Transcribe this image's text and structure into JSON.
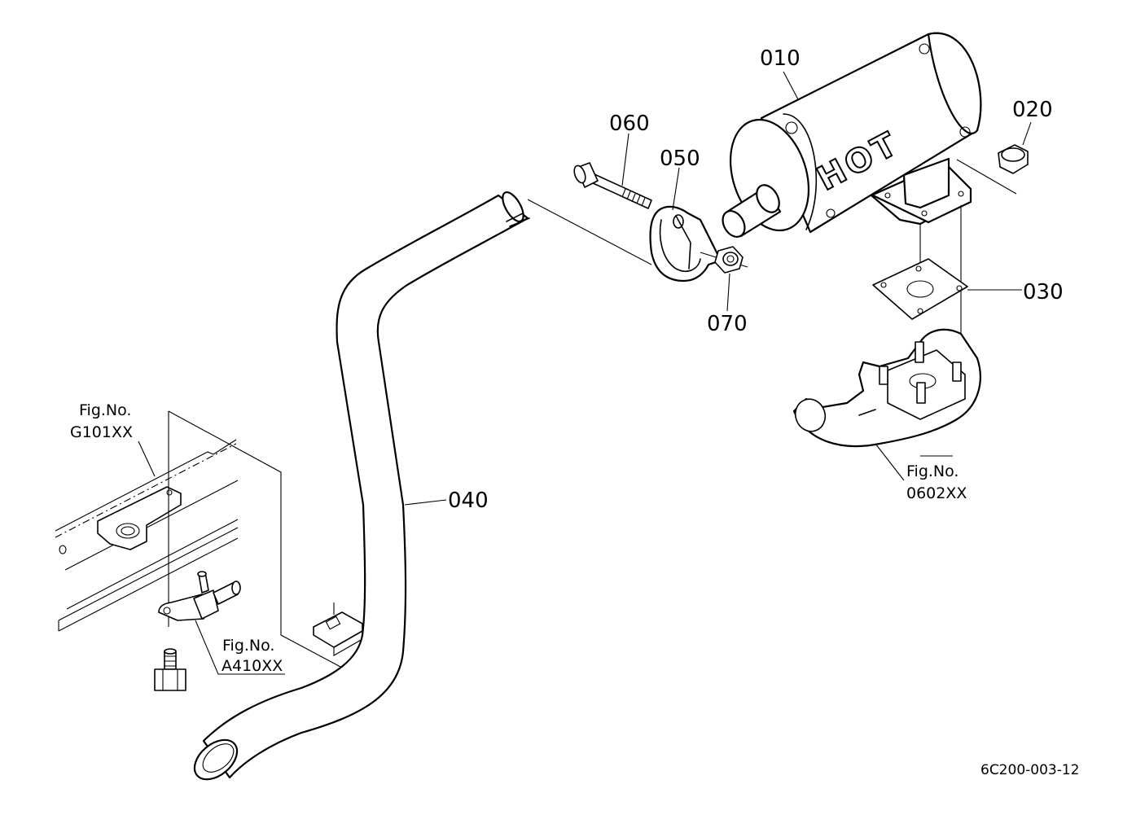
{
  "diagram": {
    "part_labels": {
      "muffler": "010",
      "flange_nut": "020",
      "gasket": "030",
      "exhaust_pipe": "040",
      "pipe_clamp": "050",
      "clamp_bolt": "060",
      "clamp_nut": "070"
    },
    "muffler_marking": "HOT",
    "figure_refs": {
      "frame": {
        "prefix": "Fig.No.",
        "number": "G101XX"
      },
      "exhaust_manifold": {
        "prefix": "Fig.No.",
        "number": "0602XX"
      },
      "fitting": {
        "prefix": "Fig.No.",
        "number": "A410XX"
      }
    },
    "drawing_code": "6C200-003-12"
  }
}
